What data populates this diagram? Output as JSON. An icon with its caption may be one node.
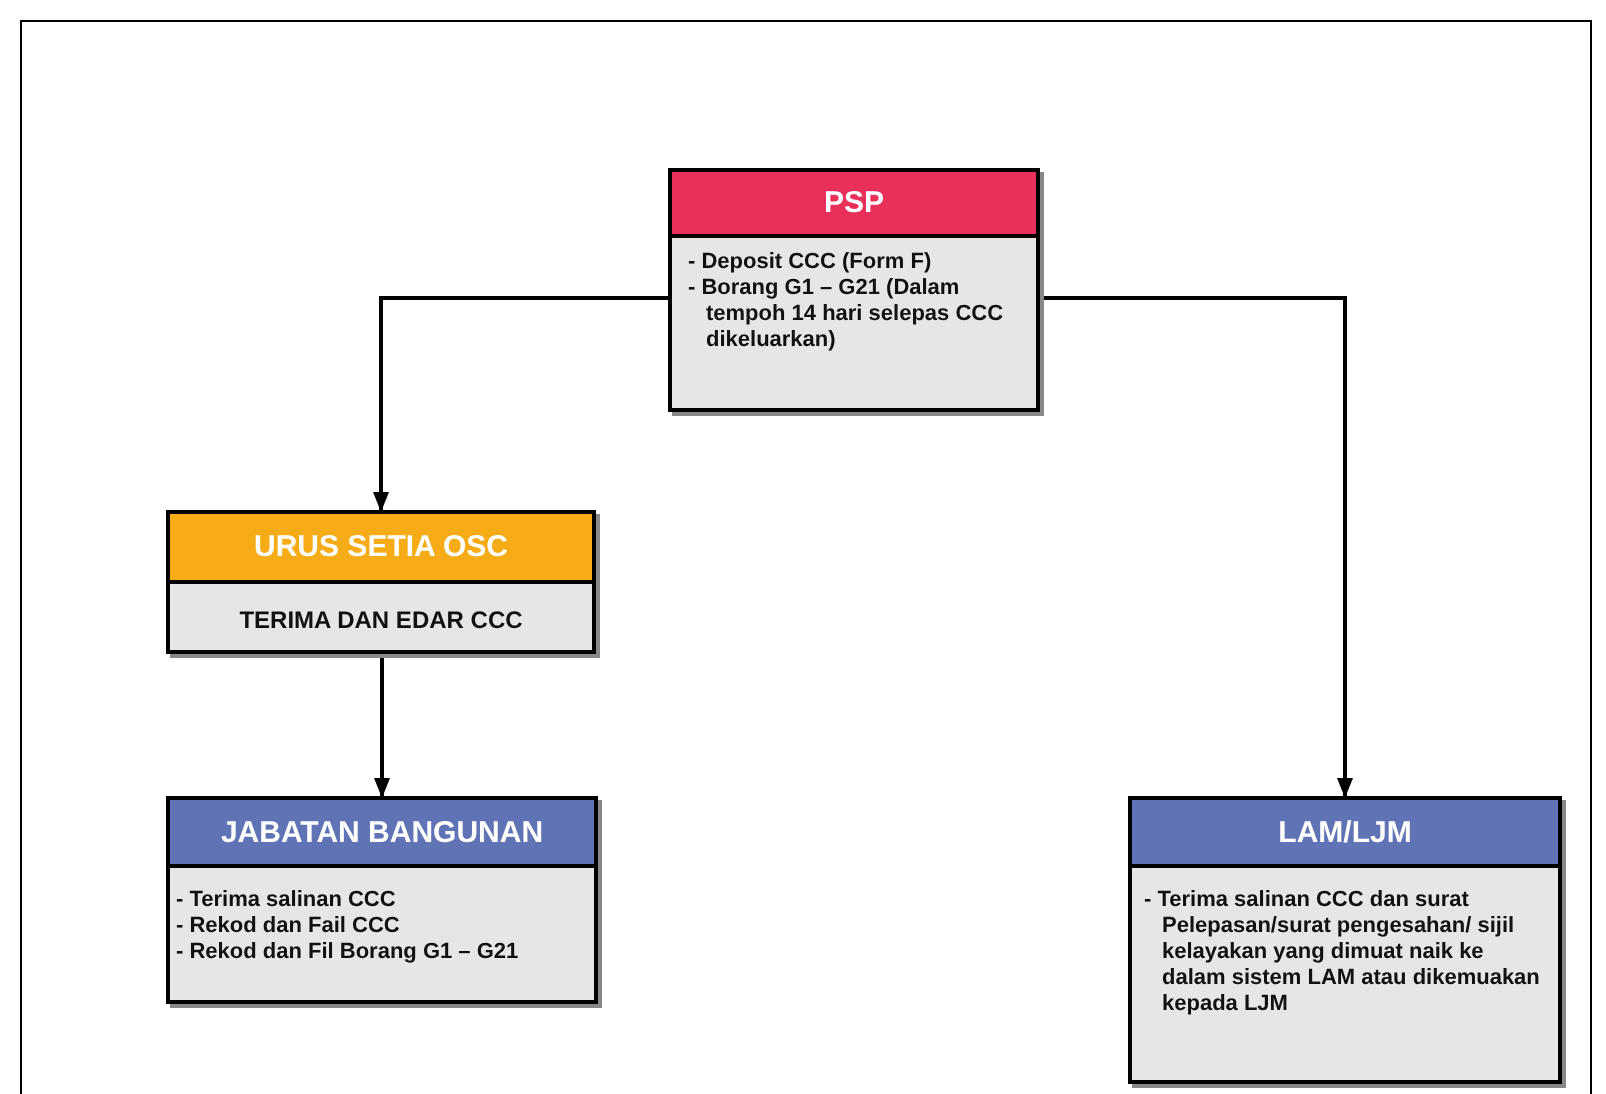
{
  "diagram": {
    "nodes": [
      {
        "text": [
          "PSP",
          "- Deposit CCC (Form F)",
          "- Borang G1 – G21 (Dalam tempoh 14 hari selepas CCC dikeluarkan)"
        ]
      },
      {
        "text": [
          "URUS SETIA OSC",
          "TERIMA DAN EDAR CCC"
        ]
      },
      {
        "text": [
          "JABATAN BANGUNAN",
          "- Terima salinan CCC",
          "- Rekod dan Fail CCC",
          "- Rekod dan Fil Borang G1 – G21"
        ]
      },
      {
        "text": [
          "LAM/LJM",
          "- Terima salinan CCC dan surat Pelepasan/surat pengesahan/ sijil kelayakan yang dimuat naik ke dalam sistem LAM atau dikemuakan kepada LJM"
        ]
      }
    ],
    "edges": [
      {
        "from": 0,
        "to": 1,
        "arrow": "to"
      },
      {
        "from": 1,
        "to": 2,
        "arrow": "to"
      },
      {
        "from": 0,
        "to": 3,
        "arrow": "to"
      }
    ]
  }
}
